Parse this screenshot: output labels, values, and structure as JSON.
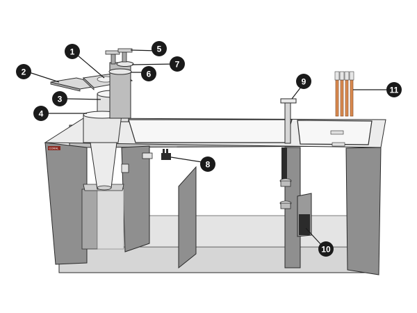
{
  "brand_label": "CORAL",
  "callouts": [
    {
      "id": "1",
      "label": "1"
    },
    {
      "id": "2",
      "label": "2"
    },
    {
      "id": "3",
      "label": "3"
    },
    {
      "id": "4",
      "label": "4"
    },
    {
      "id": "5",
      "label": "5"
    },
    {
      "id": "6",
      "label": "6"
    },
    {
      "id": "7",
      "label": "7"
    },
    {
      "id": "8",
      "label": "8"
    },
    {
      "id": "9",
      "label": "9"
    },
    {
      "id": "10",
      "label": "10"
    },
    {
      "id": "11",
      "label": "11"
    }
  ],
  "colors": {
    "panel": "#8f8f8f",
    "panel_light": "#c9c9c9",
    "panel_dark": "#6e6e6e",
    "top_rim": "#e9e9e9",
    "outline": "#2a2a2a",
    "callout_fill": "#1a1a1a",
    "heater_copper": "#d98a4f",
    "brand_red": "#8a2b22"
  }
}
